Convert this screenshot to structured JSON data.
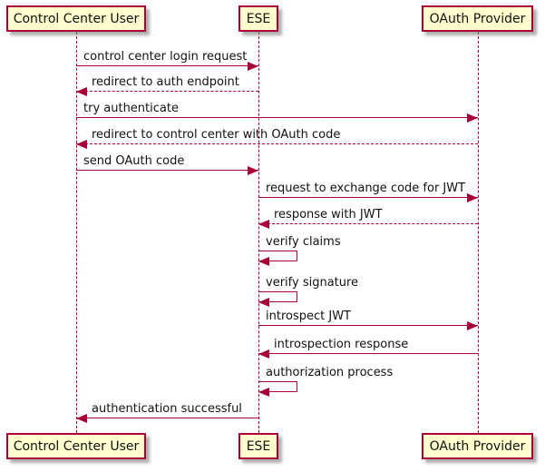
{
  "diagram": {
    "type": "sequence",
    "colors": {
      "background": "#FFFFFF",
      "participant_fill": "#FEFECE",
      "participant_border": "#A80036",
      "line_color": "#A80036",
      "text_color": "#111111"
    },
    "participants": [
      {
        "name": "Control Center User"
      },
      {
        "name": "ESE"
      },
      {
        "name": "OAuth Provider"
      }
    ],
    "messages": [
      {
        "text": "control center login request",
        "from": 0,
        "to": 1,
        "style": "solid"
      },
      {
        "text": "redirect to auth endpoint",
        "from": 1,
        "to": 0,
        "style": "dashed"
      },
      {
        "text": "try authenticate",
        "from": 0,
        "to": 2,
        "style": "solid"
      },
      {
        "text": "redirect to control center with OAuth code",
        "from": 2,
        "to": 0,
        "style": "dashed"
      },
      {
        "text": "send OAuth code",
        "from": 0,
        "to": 1,
        "style": "solid"
      },
      {
        "text": "request to exchange code for JWT",
        "from": 1,
        "to": 2,
        "style": "solid"
      },
      {
        "text": "response with JWT",
        "from": 2,
        "to": 1,
        "style": "dashed"
      },
      {
        "text": "verify claims",
        "from": 1,
        "to": 1,
        "style": "self"
      },
      {
        "text": "verify signature",
        "from": 1,
        "to": 1,
        "style": "self"
      },
      {
        "text": "introspect JWT",
        "from": 1,
        "to": 2,
        "style": "solid"
      },
      {
        "text": "introspection response",
        "from": 2,
        "to": 1,
        "style": "solid"
      },
      {
        "text": "authorization process",
        "from": 1,
        "to": 1,
        "style": "self"
      },
      {
        "text": "authentication successful",
        "from": 1,
        "to": 0,
        "style": "solid"
      }
    ]
  }
}
